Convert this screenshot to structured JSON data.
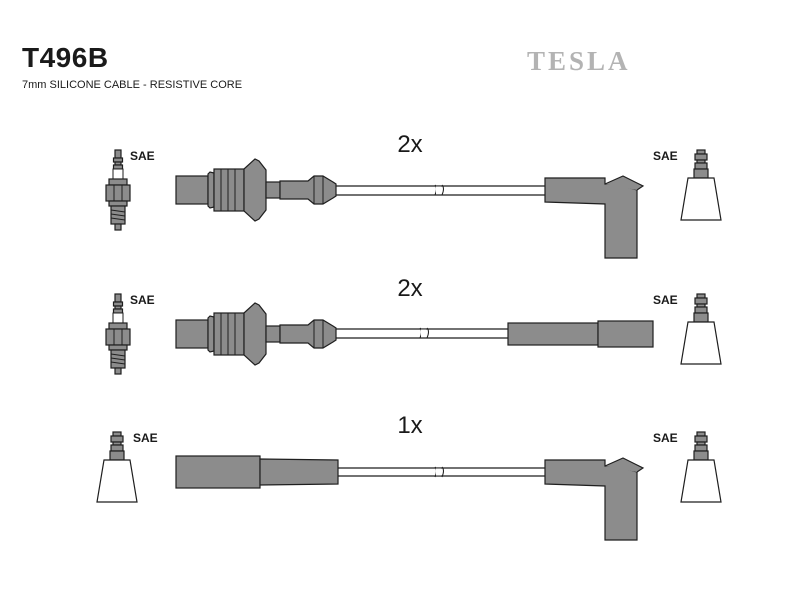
{
  "header": {
    "part_number": "T496B",
    "spec": "7mm SILICONE CABLE - RESISTIVE CORE",
    "brand": "TESLA"
  },
  "leads": [
    {
      "quantity": "2x",
      "left_label": "SAE",
      "right_label": "SAE"
    },
    {
      "quantity": "2x",
      "left_label": "SAE",
      "right_label": "SAE"
    },
    {
      "quantity": "1x",
      "left_label": "SAE",
      "right_label": "SAE"
    }
  ]
}
